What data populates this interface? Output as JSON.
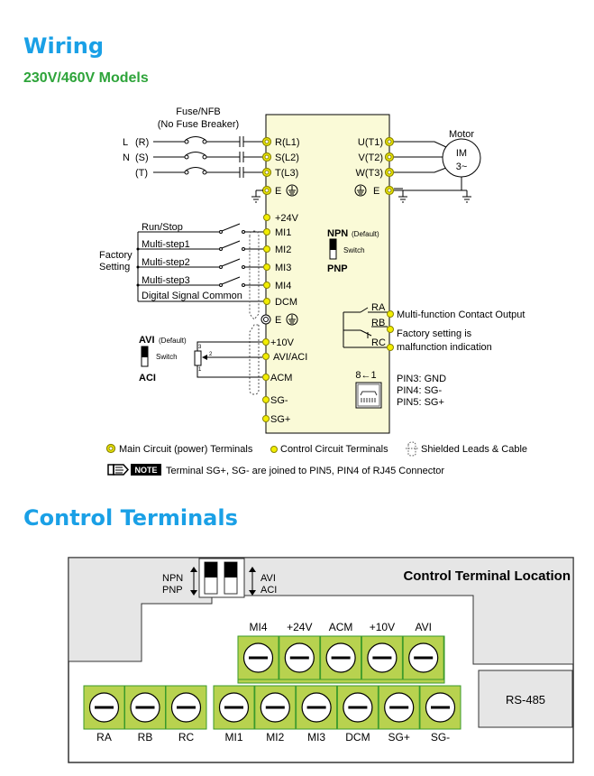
{
  "headings": {
    "wiring": "Wiring",
    "models": "230V/460V Models",
    "control_terminals": "Control Terminals"
  },
  "colors": {
    "heading_blue": "#1aa0e6",
    "subheading_green": "#2ea43a",
    "drive_body": "#fafad7",
    "terminal_yellow": "#f2ee00",
    "terminal_block_green": "#b8d24f",
    "panel_gray": "#e6e6e6"
  },
  "wiring": {
    "fuse_label_1": "Fuse/NFB",
    "fuse_label_2": "(No Fuse Breaker)",
    "inputs": [
      {
        "line": "L",
        "phase": "(R)",
        "terminal": "R(L1)"
      },
      {
        "line": "N",
        "phase": "(S)",
        "terminal": "S(L2)"
      },
      {
        "line": "",
        "phase": "(T)",
        "terminal": "T(L3)"
      }
    ],
    "ground_left": "E",
    "outputs": [
      {
        "terminal": "U(T1)"
      },
      {
        "terminal": "V(T2)"
      },
      {
        "terminal": "W(T3)"
      }
    ],
    "ground_right": "E",
    "motor_label": "Motor",
    "motor_im": "IM",
    "motor_phase": "3~",
    "digital_terminals": [
      "+24V",
      "MI1",
      "MI2",
      "MI3",
      "MI4",
      "DCM"
    ],
    "digital_inputs": [
      "Run/Stop",
      "Multi-step1",
      "Multi-step2",
      "Multi-step3",
      "Digital Signal Common"
    ],
    "factory_setting_1": "Factory",
    "factory_setting_2": "Setting",
    "shield_ground": "E",
    "npn_switch": {
      "top": "NPN",
      "default": "(Default)",
      "label": "Switch",
      "bottom": "PNP"
    },
    "avi_switch": {
      "top": "AVI",
      "default": "(Default)",
      "label": "Switch",
      "bottom": "ACI"
    },
    "pot_pins": [
      "3",
      "2",
      "1"
    ],
    "analog_terminals": [
      "+10V",
      "AVI/ACI",
      "ACM",
      "SG-",
      "SG+"
    ],
    "relay_terminals": [
      "RA",
      "RB",
      "RC"
    ],
    "relay_desc_1": "Multi-function Contact Output",
    "relay_desc_2": "Factory setting is",
    "relay_desc_3": "malfunction indication",
    "rj45_label": "8←1",
    "rj45_pins": [
      "PIN3: GND",
      "PIN4: SG-",
      "PIN5: SG+"
    ],
    "legend": {
      "main": "Main Circuit (power) Terminals",
      "control": "Control Circuit Terminals",
      "shield": "Shielded Leads & Cable"
    },
    "note_badge": "NOTE",
    "note_text": "Terminal SG+, SG- are joined to PIN5, PIN4 of RJ45 Connector"
  },
  "control": {
    "title": "Control Terminal Location",
    "switch_left_top": "NPN",
    "switch_left_bottom": "PNP",
    "switch_right_top": "AVI",
    "switch_right_bottom": "ACI",
    "top_row": [
      "MI4",
      "+24V",
      "ACM",
      "+10V",
      "AVI"
    ],
    "relay_row": [
      "RA",
      "RB",
      "RC"
    ],
    "bottom_row": [
      "MI1",
      "MI2",
      "MI3",
      "DCM",
      "SG+",
      "SG-"
    ],
    "rs485": "RS-485"
  }
}
